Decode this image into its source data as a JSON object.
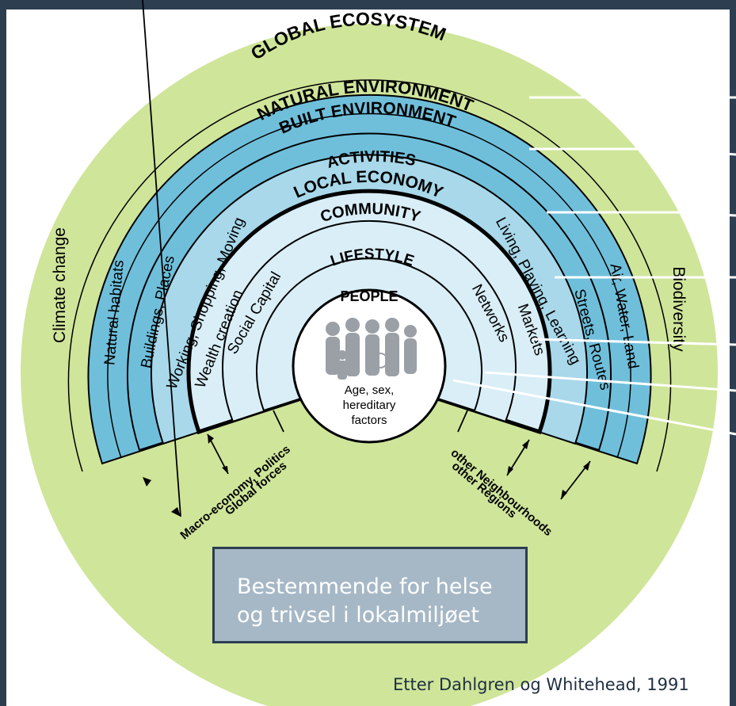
{
  "diagram": {
    "outer_label": "GLOBAL ECOSYSTEM",
    "rings": [
      {
        "title": "NATURAL ENVIRONMENT",
        "left": "Natural habitats",
        "right": "Air, Water, Land"
      },
      {
        "title": "BUILT ENVIRONMENT",
        "left": "Buildings, Places",
        "right": "Streets, Routes"
      },
      {
        "title": "ACTIVITIES",
        "left": "Working, Shopping, Moving",
        "right": "Living, Playing, Learning"
      },
      {
        "title": "LOCAL ECONOMY",
        "left": "Wealth creation",
        "right": "Markets"
      },
      {
        "title": "COMMUNITY",
        "left": "Social Capital",
        "right": "Networks"
      },
      {
        "title": "LIFESTYLE",
        "left": "",
        "right": ""
      }
    ],
    "center": {
      "title": "PEOPLE",
      "subtitle_lines": [
        "Age, sex,",
        "hereditary",
        "factors"
      ]
    },
    "side_left": "Climate change",
    "side_right": "Biodiversity",
    "bottom_left": [
      "Macro-economy, Politics",
      "Global forces"
    ],
    "bottom_right": [
      "other Neighbourhoods",
      "other Regions"
    ]
  },
  "caption": {
    "lines": [
      "Bestemmende for helse",
      "og trivsel i lokalmiljøet"
    ]
  },
  "credit": "Etter Dahlgren og Whitehead, 1991",
  "colors": {
    "frame": "#2c3e50",
    "outer_fill": "#cfe59a",
    "ring_dark": "#6fbfdb",
    "ring_mid": "#a8d8ea",
    "ring_light": "#d9eef7",
    "caption_fill": "#a6b8c6"
  }
}
